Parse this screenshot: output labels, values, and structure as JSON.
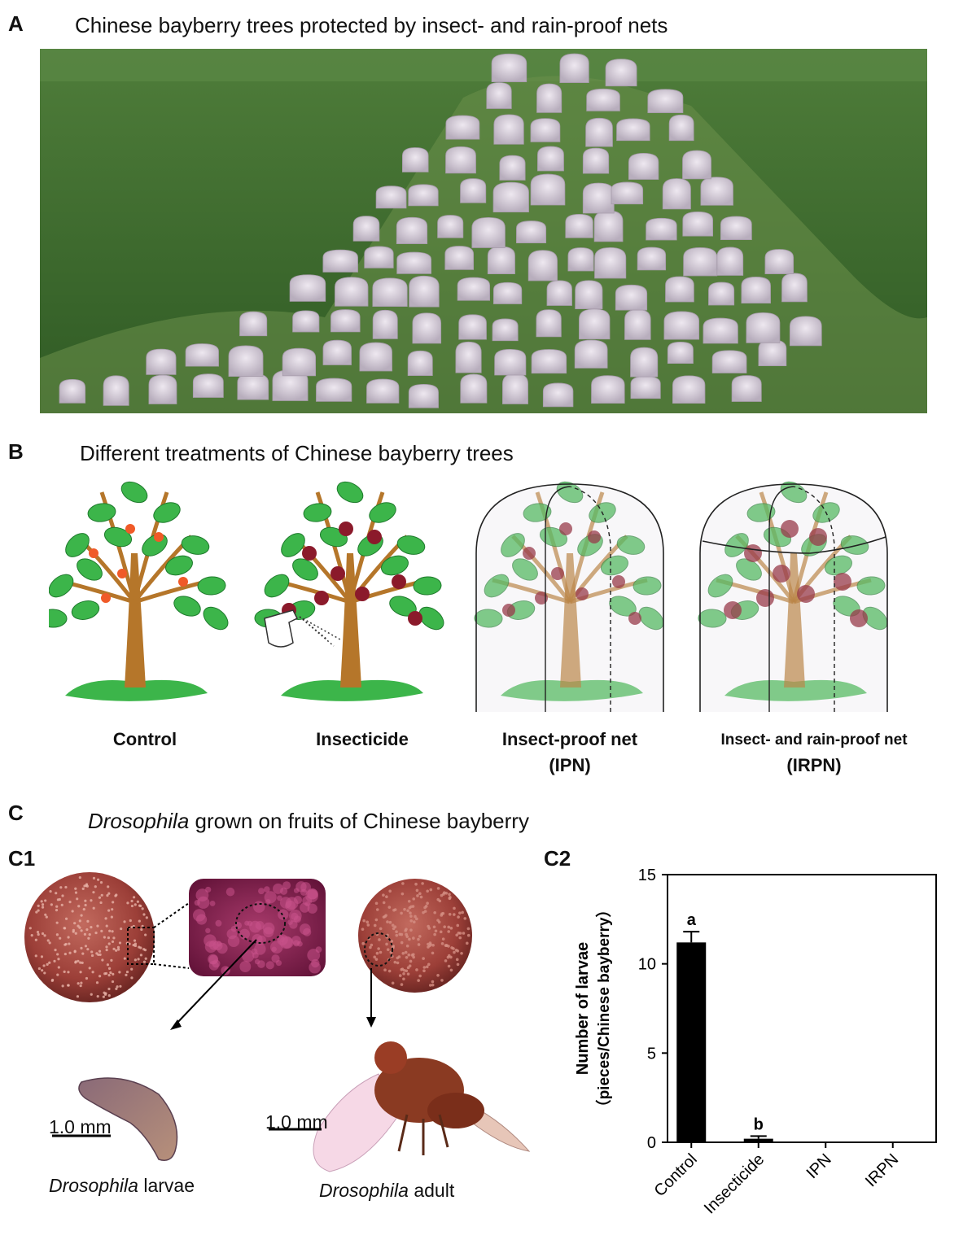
{
  "panel_a": {
    "letter": "A",
    "title": "Chinese bayberry trees protected by insect- and rain-proof nets"
  },
  "panel_b": {
    "letter": "B",
    "title": "Different treatments of Chinese bayberry trees",
    "treatments": [
      {
        "label": "Control",
        "label2": ""
      },
      {
        "label": "Insecticide",
        "label2": ""
      },
      {
        "label": "Insect-proof net",
        "label2": "(IPN)"
      },
      {
        "label": "Insect- and rain-proof net",
        "label2": "(IRPN)"
      }
    ]
  },
  "panel_c": {
    "letter": "C",
    "title_italic": "Drosophila",
    "title_rest": " grown on fruits of Chinese bayberry",
    "c1": {
      "letter": "C1",
      "scale_left": "1.0 mm",
      "scale_right": "1.0 mm",
      "larvae_italic": "Drosophila",
      "larvae_rest": " larvae",
      "adult_italic": "Drosophila",
      "adult_rest": " adult"
    },
    "c2": {
      "letter": "C2"
    }
  },
  "colors": {
    "leaf": "#3cb54a",
    "trunk": "#b5762a",
    "fruit_orange": "#f05a28",
    "fruit_dark": "#8b1a2b",
    "bar": "#000000",
    "forest": "#3d6b2c",
    "net": "#d9d0dc"
  },
  "chart_data": {
    "type": "bar",
    "categories": [
      "Control",
      "Insecticide",
      "IPN",
      "IRPN"
    ],
    "values": [
      11.2,
      0.2,
      0,
      0
    ],
    "errors": [
      0.6,
      0.15,
      0,
      0
    ],
    "significance": [
      "a",
      "b",
      "",
      ""
    ],
    "ylabel_line1": "Number of larvae",
    "ylabel_line2": "（pieces/Chinese bayberry）",
    "ylim": [
      0,
      15
    ],
    "yticks": [
      0,
      5,
      10,
      15
    ],
    "grid": false
  }
}
